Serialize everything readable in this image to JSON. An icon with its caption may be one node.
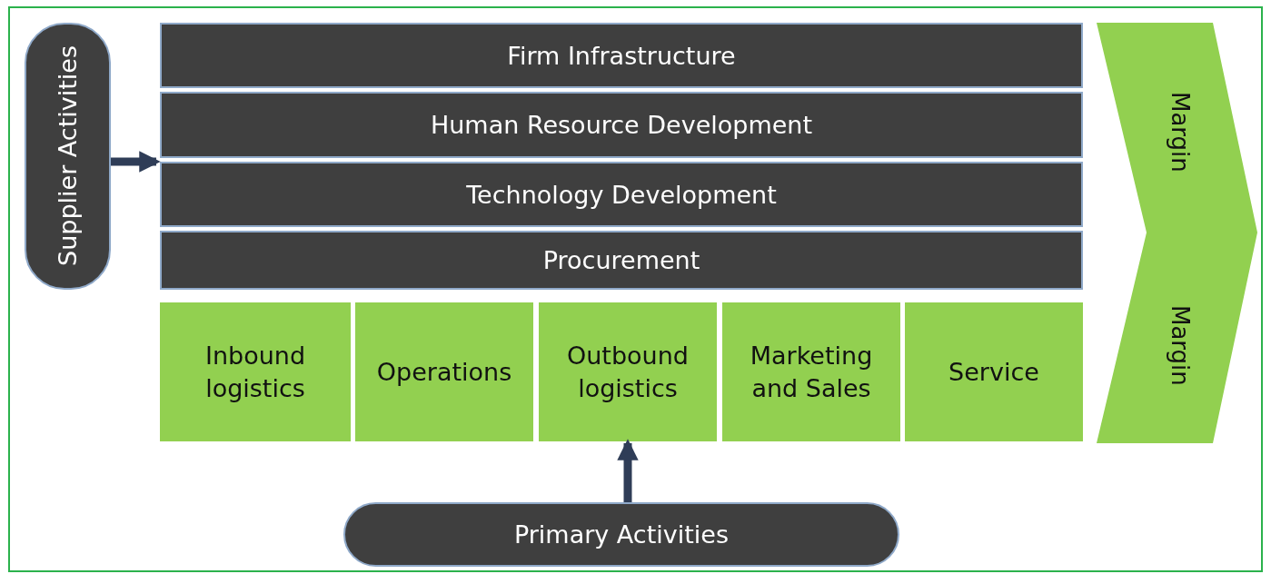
{
  "diagram": {
    "nodes": [
      {
        "text": [
          "Supplier Activities"
        ]
      },
      {
        "text": [
          "Firm Infrastructure"
        ]
      },
      {
        "text": [
          "Human Resource Development"
        ]
      },
      {
        "text": [
          "Technology Development"
        ]
      },
      {
        "text": [
          "Procurement"
        ]
      },
      {
        "text": [
          "Inbound logistics"
        ]
      },
      {
        "text": [
          "Operations"
        ]
      },
      {
        "text": [
          "Outbound logistics"
        ]
      },
      {
        "text": [
          "Marketing and Sales"
        ]
      },
      {
        "text": [
          "Service"
        ]
      },
      {
        "text": [
          "Margin",
          "Margin"
        ]
      },
      {
        "text": [
          "Primary Activities"
        ]
      }
    ],
    "edges": [
      {
        "from": 0,
        "to": 3,
        "arrow": "to"
      },
      {
        "from": 11,
        "to": 7,
        "arrow": "to"
      }
    ]
  }
}
